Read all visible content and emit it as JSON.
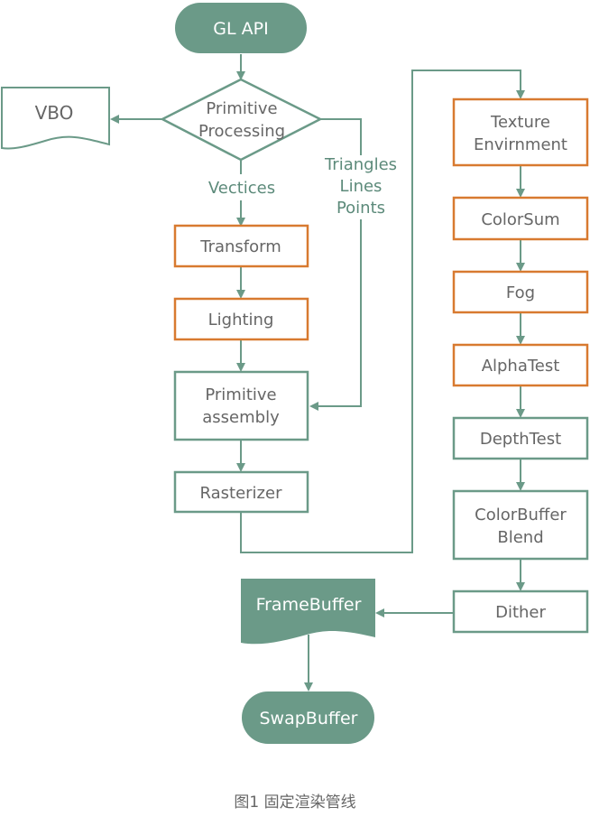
{
  "colors": {
    "teal": "#6b9a88",
    "teal_border": "#6b9a88",
    "orange": "#d87a30",
    "text": "#666666",
    "white": "#ffffff"
  },
  "nodes": {
    "gl_api": "GL API",
    "primitive_processing": [
      "Primitive",
      "Processing"
    ],
    "vbo": "VBO",
    "transform": "Transform",
    "lighting": "Lighting",
    "primitive_assembly": [
      "Primitive",
      "assembly"
    ],
    "rasterizer": "Rasterizer",
    "texture_env": [
      "Texture",
      "Envirnment"
    ],
    "colorsum": "ColorSum",
    "fog": "Fog",
    "alphatest": "AlphaTest",
    "depthtest": "DepthTest",
    "colorbuffer_blend": [
      "ColorBuffer",
      "Blend"
    ],
    "dither": "Dither",
    "framebuffer": "FrameBuffer",
    "swapbuffer": "SwapBuffer"
  },
  "edge_labels": {
    "vectices": "Vectices",
    "triangles_lines_points": [
      "Triangles",
      "Lines",
      "Points"
    ]
  },
  "caption": "图1 固定渲染管线"
}
